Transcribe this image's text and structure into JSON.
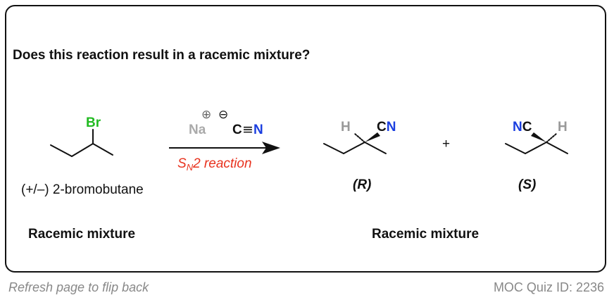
{
  "question": "Does this reaction result in a racemic mixture?",
  "reactant": {
    "bromine": "Br",
    "name": "(+/–)  2-bromobutane",
    "mixture_label": "Racemic mixture"
  },
  "reagent": {
    "sodium": "Na",
    "plus_charge": "⊕",
    "minus_charge": "⊖",
    "carbon": "C",
    "triple_bond": "≡",
    "nitrogen": "N"
  },
  "arrow_label": {
    "s": "S",
    "n": "N",
    "rest": "2 reaction"
  },
  "product_r": {
    "hydrogen": "H",
    "group": "CN",
    "label": "(R)"
  },
  "product_s": {
    "hydrogen": "H",
    "group": "NC",
    "label": "(S)"
  },
  "plus_sign": "+",
  "products_mixture_label": "Racemic mixture",
  "footer": {
    "hint": "Refresh page to flip back",
    "quiz_id": "MOC Quiz ID: 2236"
  },
  "colors": {
    "bromine": "#22bb22",
    "nitrogen": "#1a3ee0",
    "sodium": "#aaaaaa",
    "hydrogen": "#999999",
    "reaction_label": "#e8321e",
    "footer_text": "#888888"
  }
}
